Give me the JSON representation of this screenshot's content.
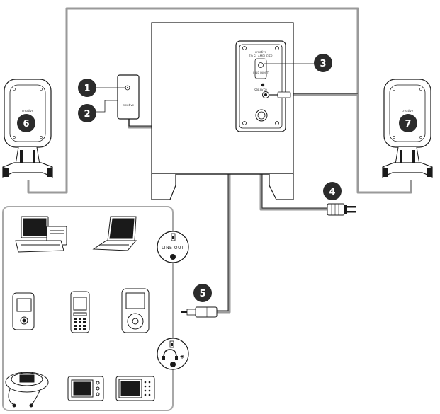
{
  "callouts": [
    {
      "num": "1"
    },
    {
      "num": "2"
    },
    {
      "num": "3"
    },
    {
      "num": "4"
    },
    {
      "num": "5"
    },
    {
      "num": "6"
    },
    {
      "num": "7"
    }
  ],
  "brand": {
    "remote_brand": "creative",
    "subwoofer_brand": "creative",
    "subwoofer_model": "TO SL AMPLIFIER",
    "left_speaker_brand": "creative",
    "right_speaker_brand": "creative"
  },
  "panel_labels": {
    "audio_input": "LINE INPUT",
    "speaker_out": "SPEAKER"
  },
  "source_panel": {
    "line_out_label": "LINE OUT"
  },
  "colors": {
    "line": "#9a9a9a",
    "callout_fill": "#2b2b2b",
    "outline": "#1a1a1a"
  }
}
